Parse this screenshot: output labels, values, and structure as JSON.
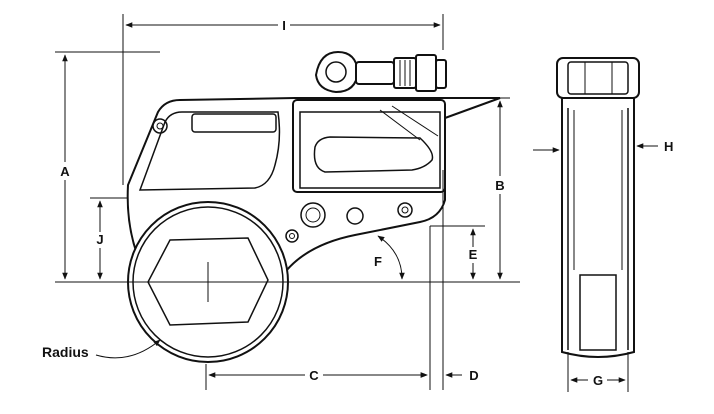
{
  "labels": {
    "I": "I",
    "A": "A",
    "J": "J",
    "B": "B",
    "E": "E",
    "F": "F",
    "C": "C",
    "D": "D",
    "G": "G",
    "H": "H",
    "radius": "Radius"
  }
}
